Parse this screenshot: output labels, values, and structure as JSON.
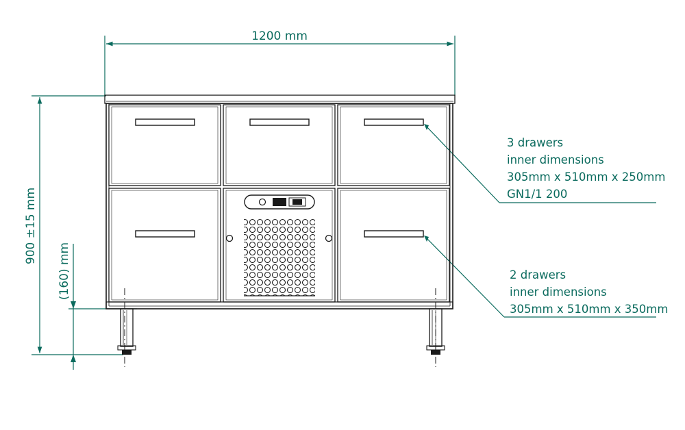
{
  "colors": {
    "dimension": "#0b6b5e",
    "outline": "#1a1a1a",
    "background": "#ffffff"
  },
  "dimensions": {
    "width": "1200  mm",
    "height": "900 ±15  mm",
    "leg_height": "(160)  mm"
  },
  "callouts": {
    "upper": {
      "lines": [
        "3 drawers",
        "inner dimensions",
        "305mm x 510mm x 250mm",
        "GN1/1 200"
      ]
    },
    "lower": {
      "lines": [
        "2 drawers",
        "inner dimensions",
        "305mm x 510mm x 350mm"
      ]
    }
  }
}
